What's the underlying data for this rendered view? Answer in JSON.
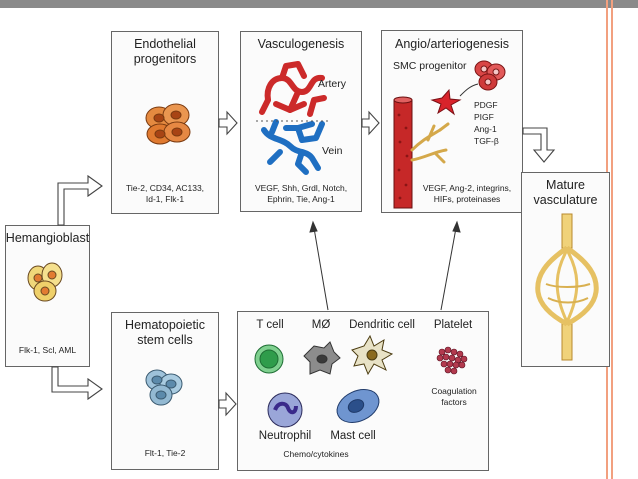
{
  "boxes": {
    "hemangioblast": {
      "title": "Hemangioblast",
      "markers": "Flk-1, Scl, AML"
    },
    "endothelial": {
      "title_line1": "Endothelial",
      "title_line2": "progenitors",
      "markers_line1": "Tie-2, CD34, AC133,",
      "markers_line2": "Id-1, Flk-1"
    },
    "vasculogenesis": {
      "title": "Vasculogenesis",
      "artery": "Artery",
      "vein": "Vein",
      "factors_line1": "VEGF, Shh, Grdl, Notch,",
      "factors_line2": "Ephrin, Tie, Ang-1"
    },
    "angio": {
      "title": "Angio/arteriogenesis",
      "smc": "SMC progenitor",
      "pdgf": "PDGF",
      "pigf": "PIGF",
      "ang1": "Ang-1",
      "tgf": "TGF-β",
      "factors_line1": "VEGF, Ang-2, integrins,",
      "factors_line2": "HIFs, proteinases"
    },
    "mature": {
      "title_line1": "Mature",
      "title_line2": "vasculature"
    },
    "hematopoietic": {
      "title_line1": "Hematopoietic",
      "title_line2": "stem cells",
      "markers": "Flt-1, Tie-2"
    },
    "immune": {
      "tcell": "T cell",
      "macrophage": "MØ",
      "dendritic": "Dendritic cell",
      "platelet": "Platelet",
      "coag_line1": "Coagulation",
      "coag_line2": "factors",
      "neutrophil": "Neutrophil",
      "mast": "Mast cell",
      "chemo": "Chemo/cytokines"
    }
  },
  "colors": {
    "artery": "#cc2a2a",
    "vein": "#1f6fc2",
    "endothelial": "#e07a35",
    "tcell": "#3fae5a",
    "hsc": "#7aa6c4",
    "frame_accent": "#f2a07f"
  }
}
